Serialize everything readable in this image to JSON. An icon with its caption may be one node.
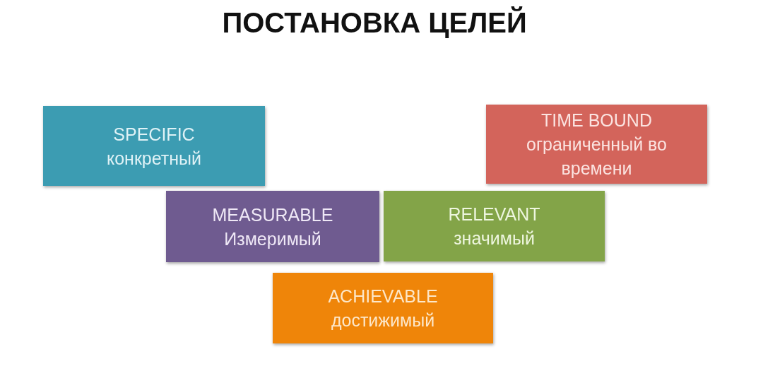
{
  "diagram": {
    "title": "ПОСТАНОВКА ЦЕЛЕЙ",
    "nodes": [
      {
        "text": [
          "SPECIFIC",
          "конкретный"
        ]
      },
      {
        "text": [
          "TIME BOUND",
          "ограниченный во времени"
        ]
      },
      {
        "text": [
          "MEASURABLE",
          "Измеримый"
        ]
      },
      {
        "text": [
          "RELEVANT",
          "значимый"
        ]
      },
      {
        "text": [
          "ACHIEVABLE",
          "достижимый"
        ]
      }
    ]
  }
}
